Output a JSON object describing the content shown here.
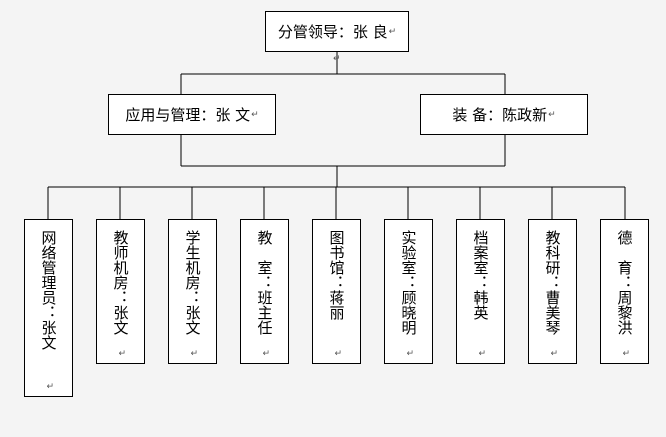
{
  "top": {
    "label": "分管领导：张  良",
    "mark": "↵"
  },
  "deputies": [
    {
      "label": "应用与管理：张  文",
      "mark": "↵"
    },
    {
      "label": "装   备：陈政新",
      "mark": "↵"
    }
  ],
  "units": [
    {
      "label": "网络管理员：张文",
      "mark": "↵"
    },
    {
      "label": "教师机房：张文",
      "mark": "↵"
    },
    {
      "label": "学生机房：张文",
      "mark": "↵"
    },
    {
      "label": "教　室：班主任",
      "mark": "↵"
    },
    {
      "label": "图书馆：蒋丽",
      "mark": "↵"
    },
    {
      "label": "实验室：顾晓明",
      "mark": "↵"
    },
    {
      "label": "档案室：韩英",
      "mark": "↵"
    },
    {
      "label": "教科研：曹美琴",
      "mark": "↵"
    },
    {
      "label": "德　育：周黎洪",
      "mark": "↵"
    }
  ],
  "junction_mark": "↵"
}
